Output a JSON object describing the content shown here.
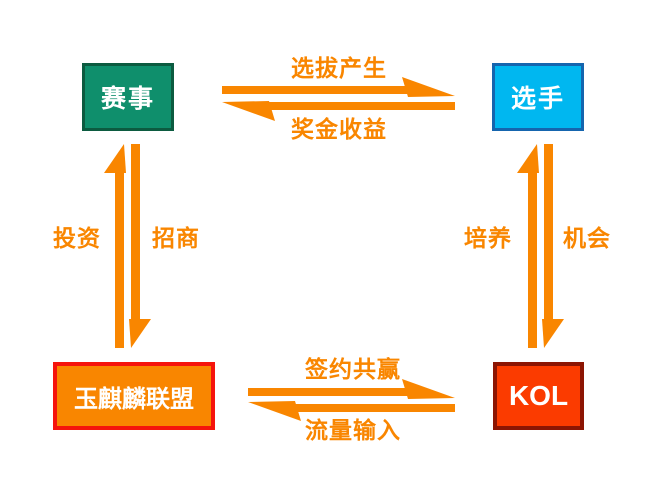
{
  "diagram": {
    "nodes": {
      "events": {
        "label": "赛事"
      },
      "players": {
        "label": "选手"
      },
      "alliance": {
        "label": "玉麒麟联盟"
      },
      "kol": {
        "label": "KOL"
      }
    },
    "edges": {
      "events_to_players": "选拔产生",
      "players_to_events": "奖金收益",
      "alliance_to_events": "投资",
      "events_to_alliance": "招商",
      "kol_to_players": "培养",
      "players_to_kol": "机会",
      "alliance_to_kol": "签约共赢",
      "kol_to_alliance": "流量输入"
    }
  },
  "colors": {
    "canvas_bg": "#FFFFFF",
    "arrow_orange": "#F98600",
    "node_text": "#FFFFFF",
    "events_fill": "#0F8F6C",
    "events_border": "#0C5B40",
    "players_fill": "#00B7F0",
    "players_border": "#1565AE",
    "alliance_fill": "#F98600",
    "alliance_border": "#F5140C",
    "kol_fill": "#FB3B00",
    "kol_border": "#8C1503"
  }
}
